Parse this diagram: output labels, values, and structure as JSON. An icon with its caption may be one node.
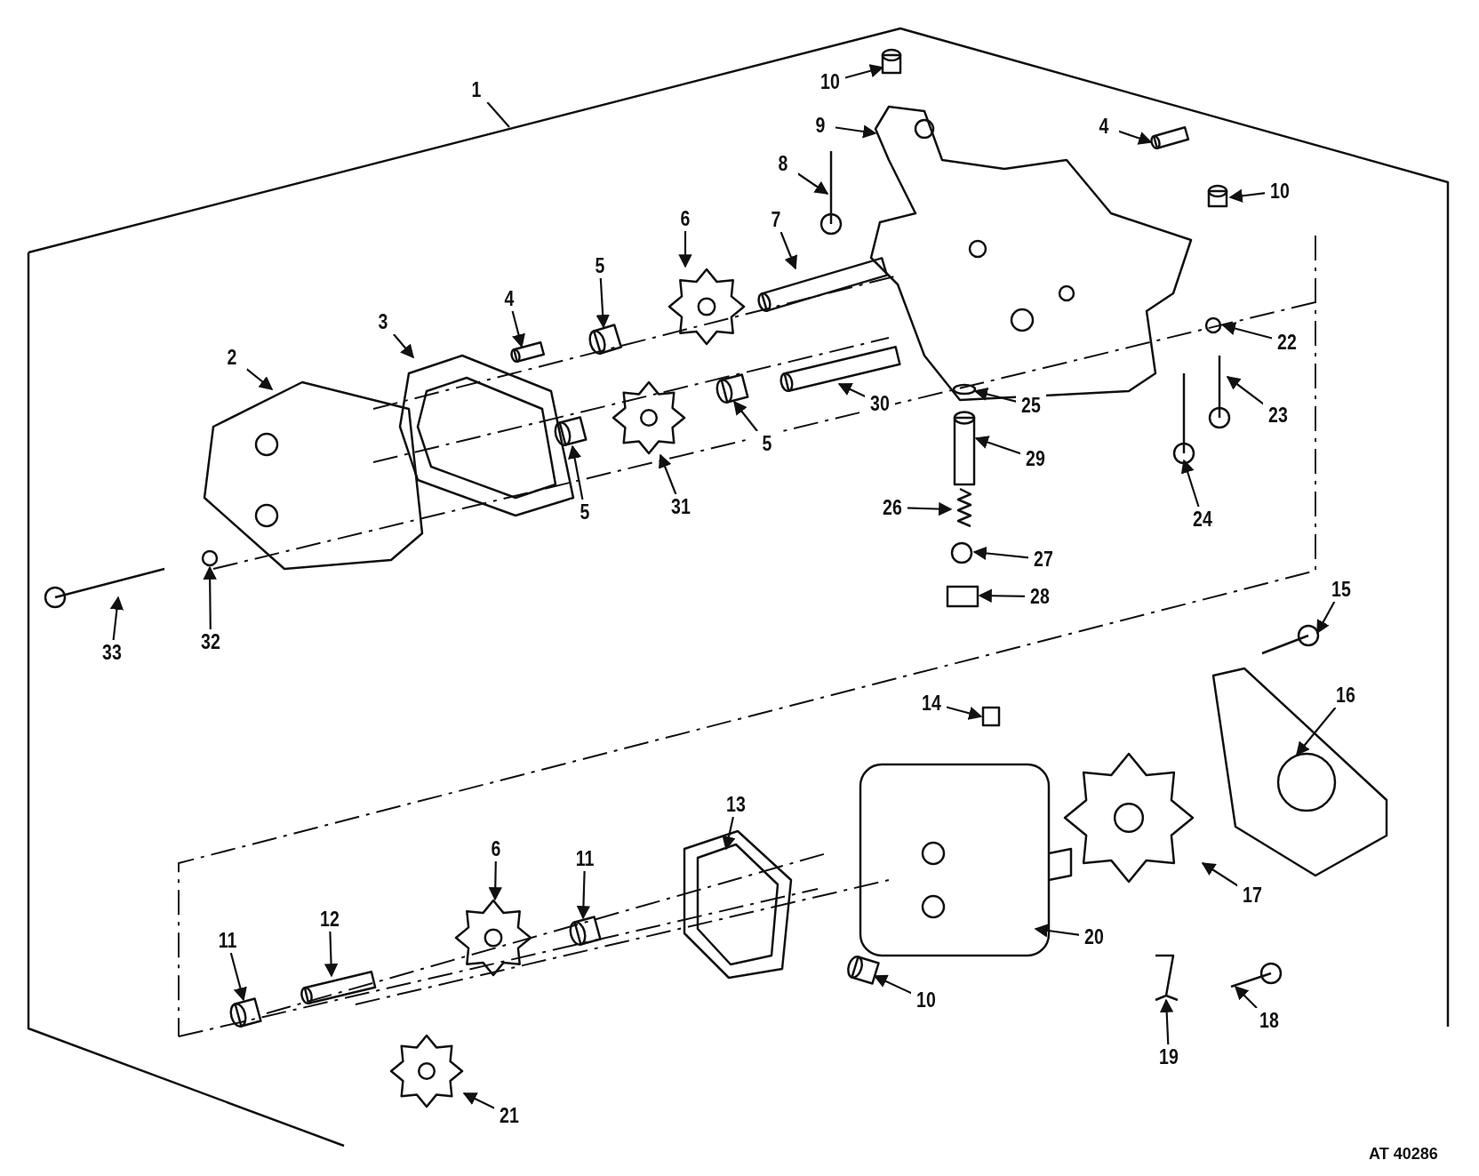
{
  "diagram": {
    "nodes": [
      {
        "text": [
          "1"
        ]
      },
      {
        "text": [
          "10"
        ]
      },
      {
        "text": [
          "9"
        ]
      },
      {
        "text": [
          "4"
        ]
      },
      {
        "text": [
          "8"
        ]
      },
      {
        "text": [
          "10"
        ]
      },
      {
        "text": [
          "6"
        ]
      },
      {
        "text": [
          "7"
        ]
      },
      {
        "text": [
          "5"
        ]
      },
      {
        "text": [
          "4"
        ]
      },
      {
        "text": [
          "3"
        ]
      },
      {
        "text": [
          "2"
        ]
      },
      {
        "text": [
          "22"
        ]
      },
      {
        "text": [
          "25"
        ]
      },
      {
        "text": [
          "30"
        ]
      },
      {
        "text": [
          "23"
        ]
      },
      {
        "text": [
          "5"
        ]
      },
      {
        "text": [
          "29"
        ]
      },
      {
        "text": [
          "5"
        ]
      },
      {
        "text": [
          "31"
        ]
      },
      {
        "text": [
          "26"
        ]
      },
      {
        "text": [
          "24"
        ]
      },
      {
        "text": [
          "27"
        ]
      },
      {
        "text": [
          "28"
        ]
      },
      {
        "text": [
          "33"
        ]
      },
      {
        "text": [
          "32"
        ]
      },
      {
        "text": [
          "15"
        ]
      },
      {
        "text": [
          "14"
        ]
      },
      {
        "text": [
          "16"
        ]
      },
      {
        "text": [
          "13"
        ]
      },
      {
        "text": [
          "6"
        ]
      },
      {
        "text": [
          "11"
        ]
      },
      {
        "text": [
          "17"
        ]
      },
      {
        "text": [
          "12"
        ]
      },
      {
        "text": [
          "11"
        ]
      },
      {
        "text": [
          "20"
        ]
      },
      {
        "text": [
          "10"
        ]
      },
      {
        "text": [
          "18"
        ]
      },
      {
        "text": [
          "19"
        ]
      },
      {
        "text": [
          "21"
        ]
      }
    ],
    "edges": [
      {
        "from": 0,
        "to": null,
        "arrow": "none"
      },
      {
        "from": 1,
        "to": null,
        "arrow": "to"
      },
      {
        "from": 2,
        "to": null,
        "arrow": "to"
      },
      {
        "from": 3,
        "to": null,
        "arrow": "to"
      },
      {
        "from": 4,
        "to": null,
        "arrow": "to"
      },
      {
        "from": 5,
        "to": null,
        "arrow": "to"
      },
      {
        "from": 6,
        "to": null,
        "arrow": "to"
      },
      {
        "from": 7,
        "to": null,
        "arrow": "to"
      },
      {
        "from": 8,
        "to": null,
        "arrow": "to"
      },
      {
        "from": 9,
        "to": null,
        "arrow": "to"
      },
      {
        "from": 10,
        "to": null,
        "arrow": "to"
      },
      {
        "from": 11,
        "to": null,
        "arrow": "to"
      },
      {
        "from": 12,
        "to": null,
        "arrow": "to"
      },
      {
        "from": 13,
        "to": null,
        "arrow": "to"
      },
      {
        "from": 14,
        "to": null,
        "arrow": "to"
      },
      {
        "from": 15,
        "to": null,
        "arrow": "to"
      },
      {
        "from": 16,
        "to": null,
        "arrow": "to"
      },
      {
        "from": 17,
        "to": null,
        "arrow": "to"
      },
      {
        "from": 18,
        "to": null,
        "arrow": "to"
      },
      {
        "from": 19,
        "to": null,
        "arrow": "to"
      },
      {
        "from": 20,
        "to": null,
        "arrow": "to"
      },
      {
        "from": 21,
        "to": null,
        "arrow": "to"
      },
      {
        "from": 22,
        "to": null,
        "arrow": "to"
      },
      {
        "from": 23,
        "to": null,
        "arrow": "to"
      },
      {
        "from": 24,
        "to": null,
        "arrow": "to"
      },
      {
        "from": 25,
        "to": null,
        "arrow": "to"
      },
      {
        "from": 26,
        "to": null,
        "arrow": "to"
      },
      {
        "from": 27,
        "to": null,
        "arrow": "to"
      },
      {
        "from": 28,
        "to": null,
        "arrow": "to"
      },
      {
        "from": 29,
        "to": null,
        "arrow": "to"
      },
      {
        "from": 30,
        "to": null,
        "arrow": "to"
      },
      {
        "from": 31,
        "to": null,
        "arrow": "to"
      },
      {
        "from": 32,
        "to": null,
        "arrow": "to"
      },
      {
        "from": 33,
        "to": null,
        "arrow": "to"
      },
      {
        "from": 34,
        "to": null,
        "arrow": "to"
      },
      {
        "from": 35,
        "to": null,
        "arrow": "to"
      },
      {
        "from": 36,
        "to": null,
        "arrow": "to"
      },
      {
        "from": 37,
        "to": null,
        "arrow": "to"
      },
      {
        "from": 38,
        "to": null,
        "arrow": "to"
      },
      {
        "from": 39,
        "to": null,
        "arrow": "to"
      }
    ],
    "labels": [
      "AT 40286"
    ]
  }
}
